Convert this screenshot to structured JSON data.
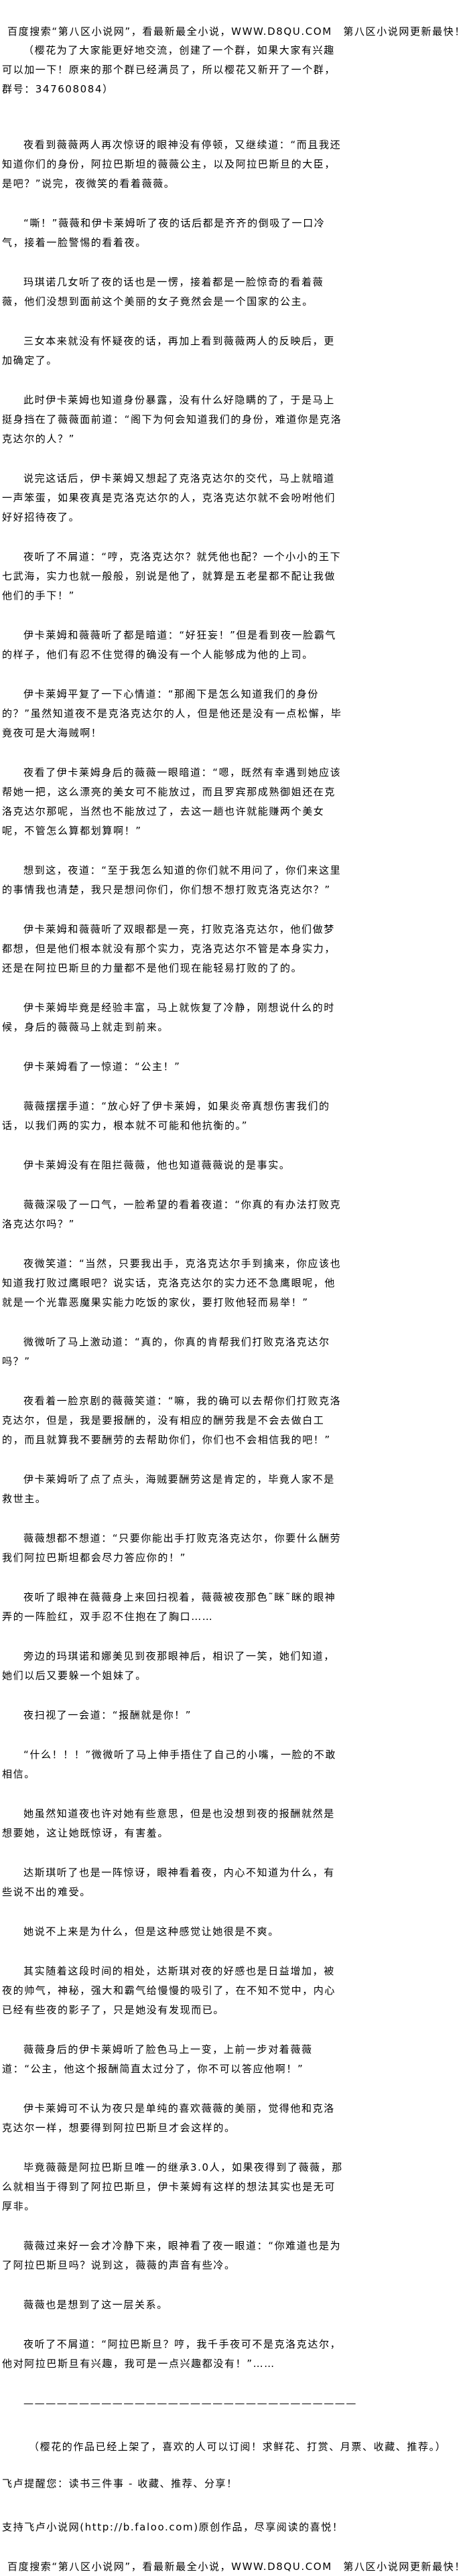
{
  "header": {
    "site_line": "百度搜索“第八区小说网”，看最新最全小说，WWW.D8QU.COM　第八区小说网更新最快！",
    "group_notice": "（樱花为了大家能更好地交流，创建了一个群，如果大家有兴趣可以加一下！原来的那个群已经满员了，所以樱花又新开了一个群，群号：347608084）"
  },
  "paragraphs": [
    "夜看到薇薇两人再次惊讶的眼神没有停顿，又继续道：“而且我还知道你们的身份，阿拉巴斯坦的薇薇公主，以及阿拉巴斯旦的大臣，是吧？”说完，夜微笑的看着薇薇。",
    "“嘶！”薇薇和伊卡莱姆听了夜的话后都是齐齐的倒吸了一口冷气，接着一脸警惕的看着夜。",
    "玛琪诺几女听了夜的话也是一愣，接着都是一脸惊奇的看着薇薇，他们没想到面前这个美丽的女子竟然会是一个国家的公主。",
    "三女本来就没有怀疑夜的话，再加上看到薇薇两人的反映后，更加确定了。",
    "此时伊卡莱姆也知道身份暴露，没有什么好隐瞒的了，于是马上挺身挡在了薇薇面前道：“阁下为何会知道我们的身份，难道你是克洛克达尔的人？”",
    "说完这话后，伊卡莱姆又想起了克洛克达尔的交代，马上就暗道一声笨蛋，如果夜真是克洛克达尔的人，克洛克达尔就不会吩咐他们好好招待夜了。",
    "夜听了不屑道：“哼，克洛克达尔？就凭他也配？一个小小的王下七武海，实力也就一般般，别说是他了，就算是五老星都不配让我做他们的手下！”",
    "伊卡莱姆和薇薇听了都是暗道：“好狂妄！”但是看到夜一脸霸气的样子，他们有忍不住觉得的确没有一个人能够成为他的上司。",
    "伊卡莱姆平复了一下心情道：“那阁下是怎么知道我们的身份的？”虽然知道夜不是克洛克达尔的人，但是他还是没有一点松懈，毕竟夜可是大海贼啊！",
    "夜看了伊卡莱姆身后的薇薇一眼暗道：“嗯，既然有幸遇到她应该帮她一把，这么漂亮的美女可不能放过，而且罗宾那成熟御姐还在克洛克达尔那呢，当然也不能放过了，去这一趟也许就能赚两个美女呢，不管怎么算都划算啊！”",
    "想到这，夜道：“至于我怎么知道的你们就不用问了，你们来这里的事情我也清楚，我只是想问你们，你们想不想打败克洛克达尔？”",
    "伊卡莱姆和薇薇听了双眼都是一亮，打败克洛克达尔，他们做梦都想，但是他们根本就没有那个实力，克洛克达尔不管是本身实力，还是在阿拉巴斯旦的力量都不是他们现在能轻易打败的了的。",
    "伊卡莱姆毕竟是经验丰富，马上就恢复了冷静，刚想说什么的时候，身后的薇薇马上就走到前来。",
    "伊卡莱姆看了一惊道：“公主！”",
    "薇薇摆摆手道：“放心好了伊卡莱姆，如果炎帝真想伤害我们的话，以我们两的实力，根本就不可能和他抗衡的。”",
    "伊卡莱姆没有在阻拦薇薇，他也知道薇薇说的是事实。",
    "薇薇深吸了一口气，一脸希望的看着夜道：“你真的有办法打败克洛克达尔吗？”",
    "夜微笑道：“当然，只要我出手，克洛克达尔手到擒来，你应该也知道我打败过鹰眼吧？说实话，克洛克达尔的实力还不急鹰眼呢，他就是一个光靠恶魔果实能力吃饭的家伙，要打败他轻而易举！”",
    "微微听了马上激动道：“真的，你真的肯帮我们打败克洛克达尔吗？”",
    "夜看着一脸京剧的薇薇笑道：“嘛，我的确可以去帮你们打败克洛克达尔，但是，我是要报酬的，没有相应的酬劳我是不会去做白工的，而且就算我不要酬劳的去帮助你们，你们也不会相信我的吧！”",
    "伊卡莱姆听了点了点头，海贼要酬劳这是肯定的，毕竟人家不是救世主。",
    "薇薇想都不想道：“只要你能出手打败克洛克达尔，你要什么酬劳我们阿拉巴斯坦都会尽力答应你的！”",
    "夜听了眼神在薇薇身上来回扫视着，薇薇被夜那色˜眯˜眯的眼神弄的一阵脸红，双手忍不住抱在了胸口……",
    "旁边的玛琪诺和娜美见到夜那眼神后，相识了一笑，她们知道，她们以后又要躲一个姐妹了。",
    "夜扫视了一会道：“报酬就是你！”",
    "“什么！！！”微微听了马上伸手捂住了自己的小嘴，一脸的不敢相信。",
    "她虽然知道夜也许对她有些意思，但是也没想到夜的报酬就然是想要她，这让她既惊讶，有害羞。",
    "达斯琪听了也是一阵惊讶，眼神看着夜，内心不知道为什么，有些说不出的难受。",
    "她说不上来是为什么，但是这种感觉让她很是不爽。",
    "其实随着这段时间的相处，达斯琪对夜的好感也是日益增加，被夜的帅气，神秘，强大和霸气给慢慢的吸引了，在不知不觉中，内心已经有些夜的影子了，只是她没有发现而已。",
    "薇薇身后的伊卡莱姆听了脸色马上一变，上前一步对着薇薇道：“公主，他这个报酬简直太过分了，你不可以答应他啊！”",
    "伊卡莱姆可不认为夜只是单纯的喜欢薇薇的美丽，觉得他和克洛克达尔一样，想要得到阿拉巴斯旦才会这样的。",
    "毕竟薇薇是阿拉巴斯旦唯一的继承3.0人，如果夜得到了薇薇，那么就相当于得到了阿拉巴斯旦，伊卡莱姆有这样的想法其实也是无可厚非。",
    "薇薇过来好一会才冷静下来，眼神看了夜一眼道：“你难道也是为了阿拉巴斯旦吗？说到这，薇薇的声音有些冷。",
    "薇薇也是想到了这一层关系。",
    "夜听了不屑道：“阿拉巴斯旦？哼，我千手夜可不是克洛克达尔，他对阿拉巴斯旦有兴趣，我可是一点兴趣都没有！”……"
  ],
  "divider": "——————————————————————————————",
  "afterword": {
    "shelf_note": "（樱花的作品已经上架了，喜欢的人可以订阅！求鲜花、打赏、月票、收藏、推荐。）",
    "reminder": "飞卢提醒您：读书三件事 - 收藏、推荐、分享！",
    "support": "支持飞卢小说网(http://b.faloo.com)原创作品，尽享阅读的喜悦！"
  },
  "footer": {
    "site_line": "百度搜索“第八区小说网”，看最新最全小说，WWW.D8QU.COM　第八区小说网更新最快！"
  }
}
